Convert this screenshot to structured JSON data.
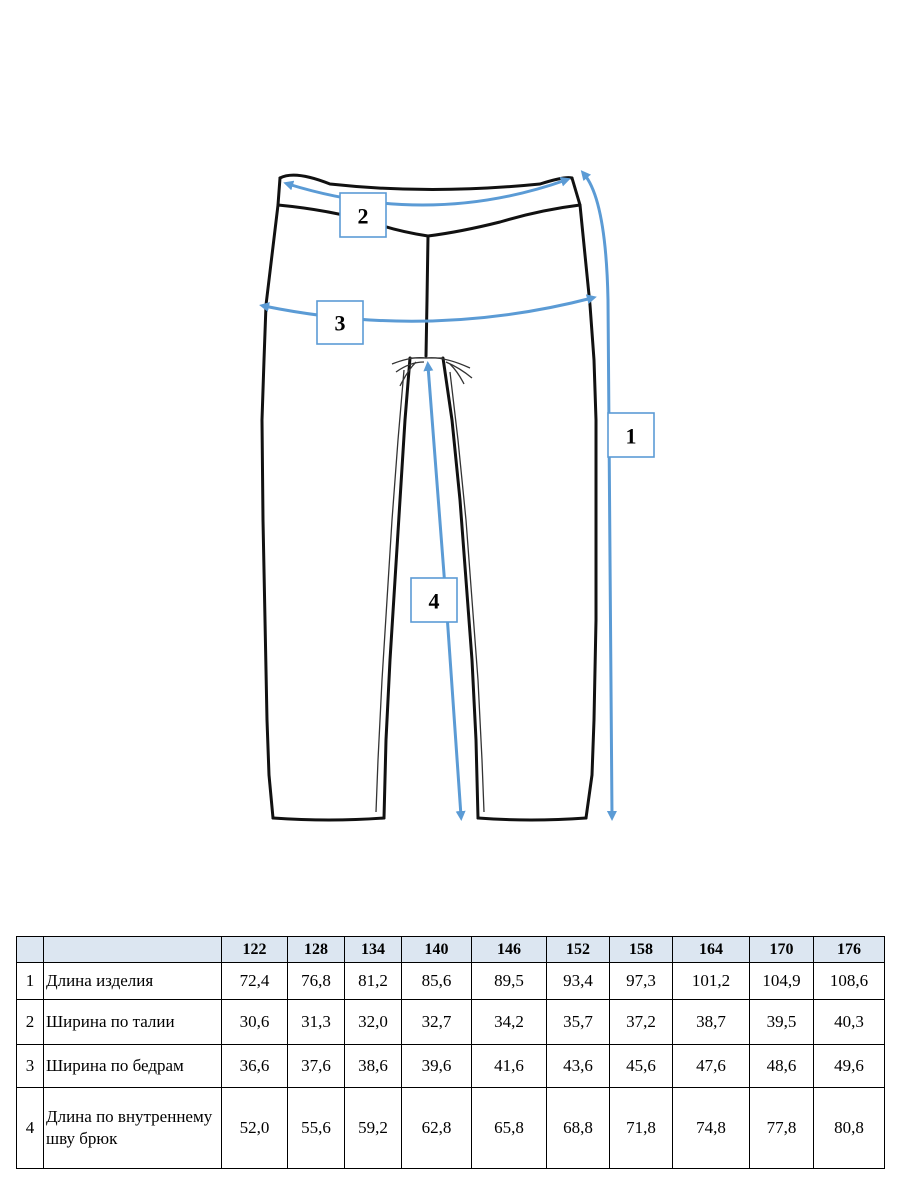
{
  "diagram": {
    "labels": [
      {
        "id": "1",
        "text": "1"
      },
      {
        "id": "2",
        "text": "2"
      },
      {
        "id": "3",
        "text": "3"
      },
      {
        "id": "4",
        "text": "4"
      }
    ],
    "colors": {
      "accent": "#5b9bd5",
      "outline": "#111111",
      "header_fill": "#dce6f1"
    }
  },
  "table": {
    "sizes": [
      "122",
      "128",
      "134",
      "140",
      "146",
      "152",
      "158",
      "164",
      "170",
      "176"
    ],
    "rows": [
      {
        "index": "1",
        "name": "Длина изделия",
        "values": [
          "72,4",
          "76,8",
          "81,2",
          "85,6",
          "89,5",
          "93,4",
          "97,3",
          "101,2",
          "104,9",
          "108,6"
        ]
      },
      {
        "index": "2",
        "name": "Ширина по талии",
        "values": [
          "30,6",
          "31,3",
          "32,0",
          "32,7",
          "34,2",
          "35,7",
          "37,2",
          "38,7",
          "39,5",
          "40,3"
        ]
      },
      {
        "index": "3",
        "name": "Ширина по бедрам",
        "values": [
          "36,6",
          "37,6",
          "38,6",
          "39,6",
          "41,6",
          "43,6",
          "45,6",
          "47,6",
          "48,6",
          "49,6"
        ]
      },
      {
        "index": "4",
        "name": "Длина по внутреннему шву брюк",
        "values": [
          "52,0",
          "55,6",
          "59,2",
          "62,8",
          "65,8",
          "68,8",
          "71,8",
          "74,8",
          "77,8",
          "80,8"
        ]
      }
    ]
  }
}
